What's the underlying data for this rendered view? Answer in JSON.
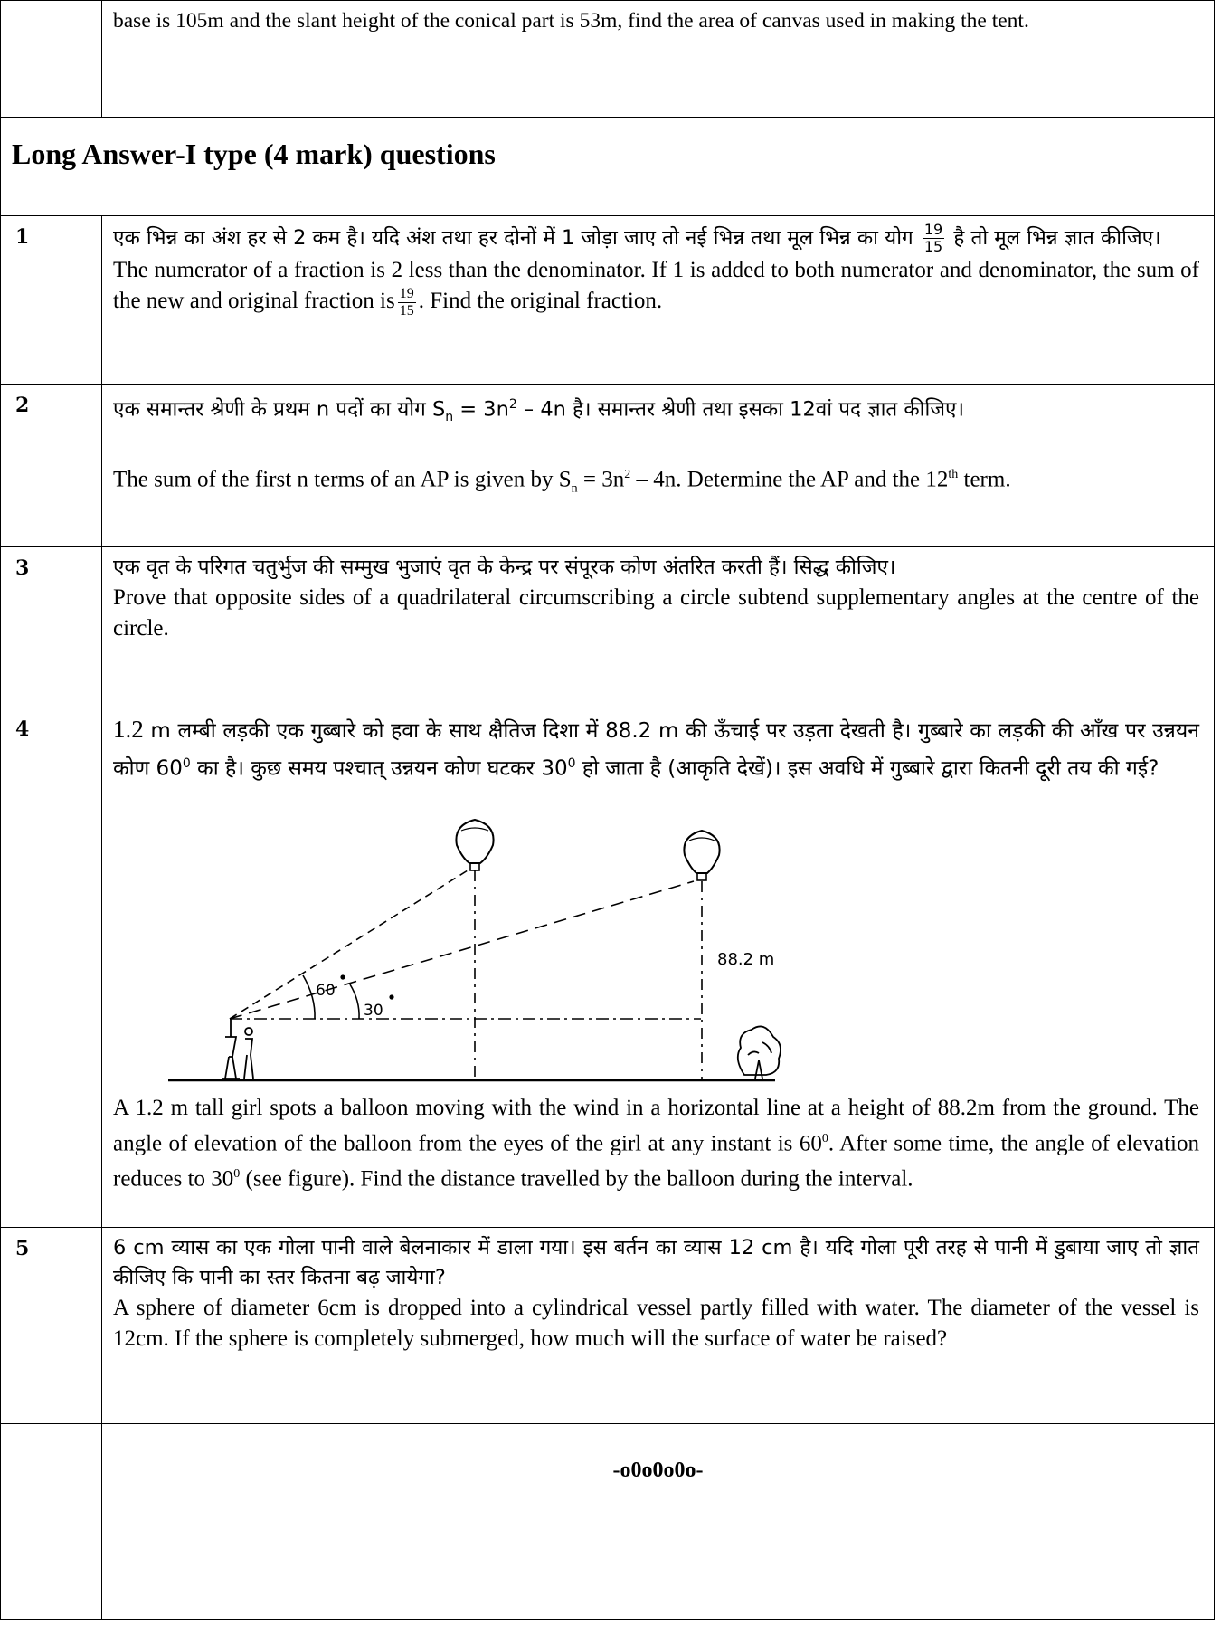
{
  "top_fragment": "base is 105m and the slant height of the conical part is 53m, find the area of canvas used in making the tent.",
  "section_heading": "Long Answer-I type (4 mark) questions",
  "q1": {
    "num": "1",
    "hi_a": "एक भिन्न का अंश हर से 2 कम है। यदि अंश तथा हर दोनों में 1 जोड़ा जाए तो नई भिन्न तथा मूल भिन्न का योग",
    "hi_b": "है तो मूल भिन्न ज्ञात कीजिए।",
    "frac_num": "19",
    "frac_den": "15",
    "en_a": "The numerator of a fraction is 2 less than the denominator. If 1 is added to both numerator and denominator, the sum of the new and original fraction is",
    "en_b": ". Find the original fraction."
  },
  "q2": {
    "num": "2",
    "hi_a": "एक समान्तर श्रेणी के प्रथम n पदों का योग S",
    "hi_sub": "n",
    "hi_b": " = 3n",
    "hi_sup": "2",
    "hi_c": " – 4n है। समान्तर श्रेणी तथा इसका 12वां पद ज्ञात कीजिए।",
    "en_a": "The sum of the first n terms of an AP is given by S",
    "en_sub": "n",
    "en_b": " = 3n",
    "en_sup": "2",
    "en_c": " – 4n. Determine the AP and the 12",
    "en_th": "th",
    "en_d": " term."
  },
  "q3": {
    "num": "3",
    "hi": "एक वृत के परिगत चतुर्भुज की सम्मुख भुजाएं वृत के केन्द्र पर संपूरक कोण अंतरित करती हैं। सिद्ध कीजिए।",
    "en": "Prove that opposite sides of a quadrilateral circumscribing a circle subtend supplementary angles at the centre of the circle."
  },
  "q4": {
    "num": "4",
    "hi_lead": "1.2",
    "hi_a": " m लम्बी लड़की एक गुब्बारे को हवा के साथ क्षैतिज दिशा में 88.2 m की ऊँचाई पर उड़ता देखती है। गुब्बारे का लड़की की आँख पर उन्नयन कोण 60",
    "hi_deg1": "0",
    "hi_b": " का है। कुछ समय पश्चात् उन्नयन कोण घटकर 30",
    "hi_deg2": "0",
    "hi_c": " हो जाता है (आकृति देखें)। इस अवधि में गुब्बारे द्वारा कितनी दूरी तय की गई?",
    "fig_height": "88.2 m",
    "fig_angle1": "60",
    "fig_angle2": "30",
    "en_a": "A 1.2 m tall girl spots a balloon moving with the wind in a horizontal line at a height of 88.2m from the ground. The angle of elevation of the balloon from the eyes of the girl at any instant is 60",
    "en_deg1": "0",
    "en_b": ". After some time, the angle of elevation reduces to 30",
    "en_deg2": "0",
    "en_c": " (see figure). Find the distance travelled by the balloon during the interval."
  },
  "q5": {
    "num": "5",
    "hi": "6 cm व्यास का एक गोला पानी वाले बेलनाकार में डाला गया। इस बर्तन का व्यास 12 cm है। यदि गोला पूरी तरह से पानी में डुबाया जाए तो ज्ञात कीजिए कि पानी का स्तर कितना बढ़ जायेगा?",
    "en": "A sphere of diameter 6cm is dropped into a cylindrical vessel partly filled with water. The diameter of the vessel is 12cm. If the sphere is completely submerged, how much will the surface of water be raised?"
  },
  "end_mark": "-o0o0o0o-"
}
